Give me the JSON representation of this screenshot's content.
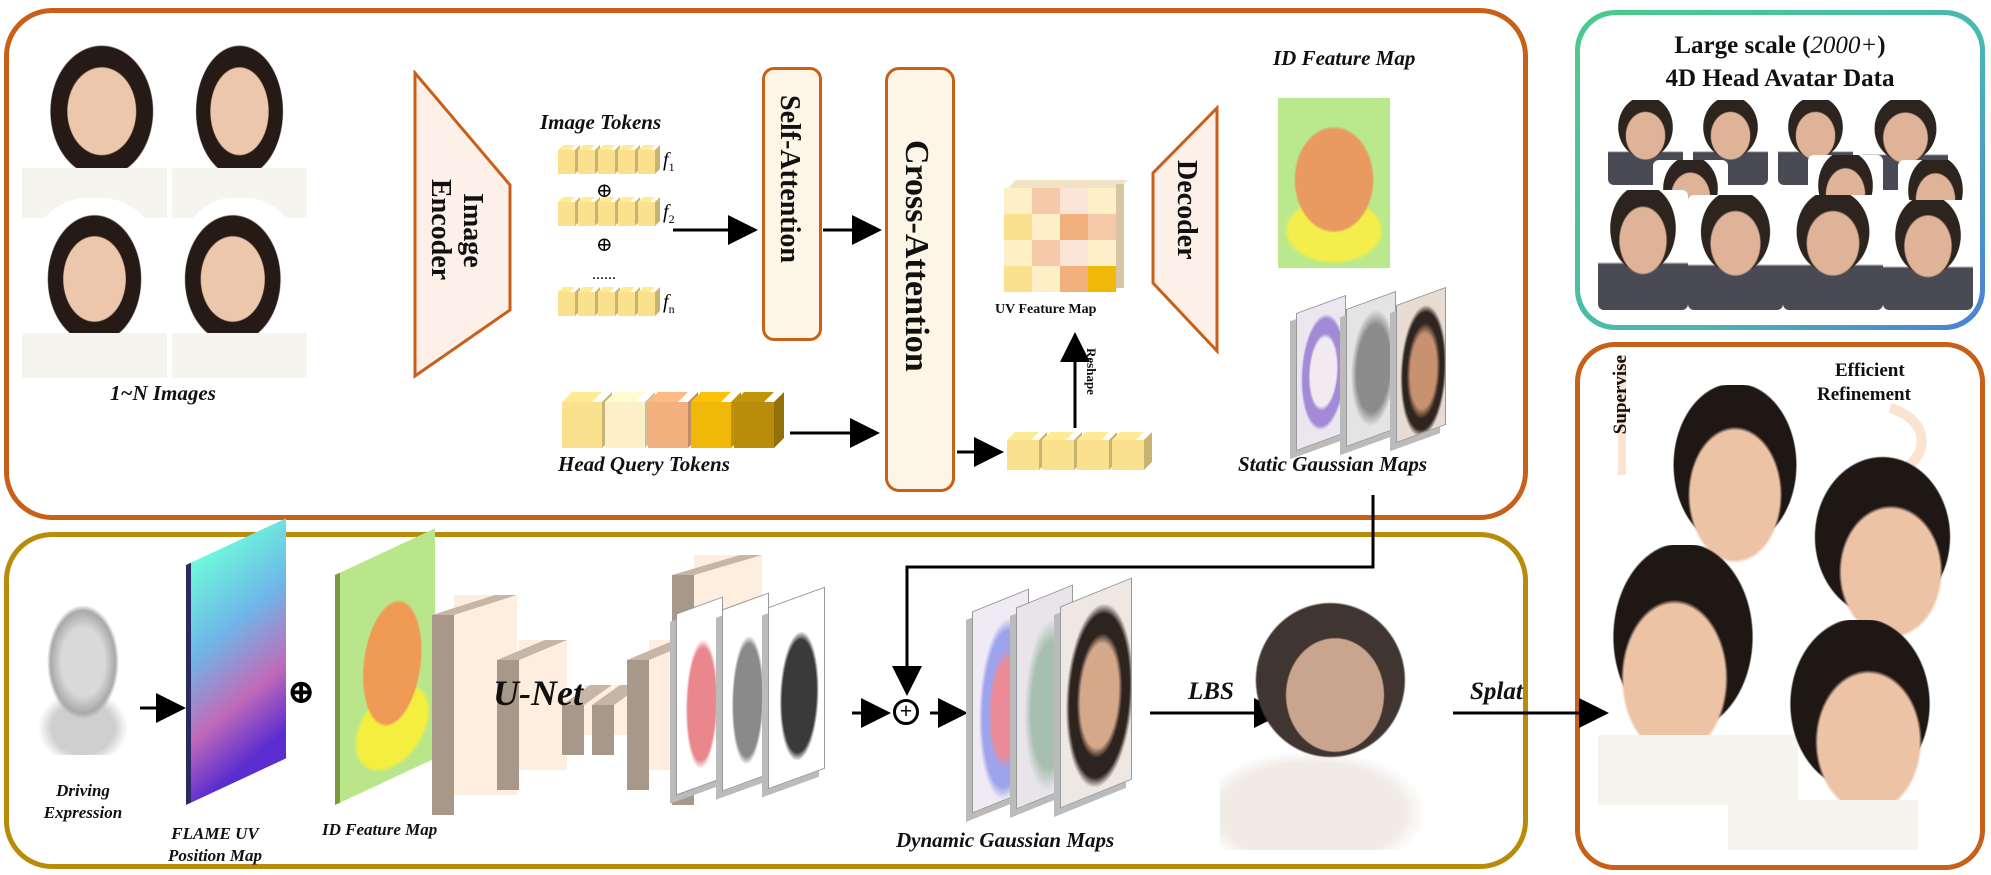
{
  "top_panel": {
    "input_images_label": "1~N Images",
    "image_encoder_label": "Image Encoder",
    "image_tokens_label": "Image Tokens",
    "token_rows": [
      "f1",
      "f2",
      "......",
      "fn"
    ],
    "token_subscripts": [
      "1",
      "2",
      "n"
    ],
    "self_attention_label": "Self-Attention",
    "cross_attention_label": "Cross-Attention",
    "head_query_tokens_label": "Head Query Tokens",
    "head_query_colors": [
      "#fbe08e",
      "#fdf0c8",
      "#f3b07f",
      "#f0b808",
      "#b98d0a"
    ],
    "uv_feature_map_label": "UV Feature Map",
    "reshape_label": "Reshape",
    "decoder_label": "Decoder",
    "id_feature_map_label": "ID Feature Map",
    "static_gaussian_maps_label": "Static Gaussian Maps",
    "plus_symbol": "⊕"
  },
  "bottom_panel": {
    "driving_expression_label": "Driving Expression",
    "flame_uv_label": "FLAME UV Position Map",
    "id_feature_map_label": "ID Feature Map",
    "unet_label": "U-Net",
    "dynamic_gaussian_maps_label": "Dynamic Gaussian Maps",
    "lbs_label": "LBS",
    "splat_label": "Splat",
    "plus_symbol": "⊕"
  },
  "dataset_panel": {
    "title_line1_prefix": "Large scale (",
    "title_line1_number": "2000+",
    "title_line1_suffix": ")",
    "title_line2": "4D Head Avatar Data"
  },
  "refinement_panel": {
    "supervise_label": "Supervise",
    "refinement_label_line1": "Efficient",
    "refinement_label_line2": "Refinement"
  },
  "colors": {
    "top_border": "#c8601a",
    "bottom_border": "#b78c0a",
    "dataset_gradient": [
      "#4ccb8a",
      "#4b7fd4"
    ],
    "box_fill": "#fdf6e6"
  }
}
